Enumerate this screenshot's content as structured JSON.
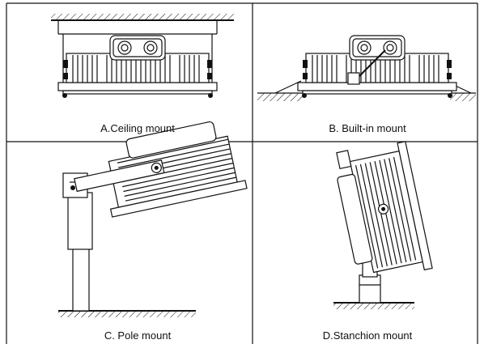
{
  "panels": [
    {
      "id": "ceiling",
      "label": "A.Ceiling mount"
    },
    {
      "id": "builtin",
      "label": "B. Built-in mount"
    },
    {
      "id": "pole",
      "label": "C.  Pole mount"
    },
    {
      "id": "stanchion",
      "label": "D.Stanchion mount"
    }
  ],
  "colors": {
    "line": "#111111",
    "background": "#ffffff"
  }
}
